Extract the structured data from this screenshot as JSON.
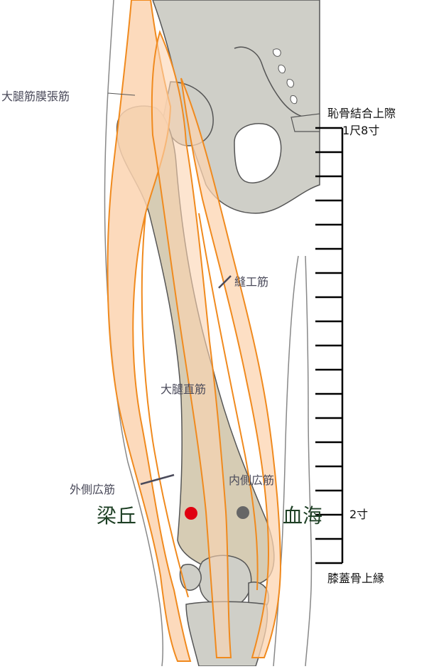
{
  "labels": {
    "tensor_fasciae_latae": "大腿筋膜張筋",
    "sartorius": "縫工筋",
    "rectus_femoris": "大腿直筋",
    "vastus_lateralis": "外側広筋",
    "vastus_medialis": "内側広筋"
  },
  "points": {
    "liangqiu": {
      "name": "梁丘",
      "color": "#e00010"
    },
    "xuehai": {
      "name": "血海",
      "color": "#666666"
    }
  },
  "scale": {
    "top_label": "恥骨結合上際",
    "total_label": "1尺8寸",
    "segment_label": "2寸",
    "bottom_label": "膝蓋骨上縁"
  },
  "colors": {
    "bone": "#d6ccb4",
    "bone_light": "#cfcfc8",
    "muscle_fill": "#fcd4b0",
    "muscle_line": "#f08a1e"
  }
}
